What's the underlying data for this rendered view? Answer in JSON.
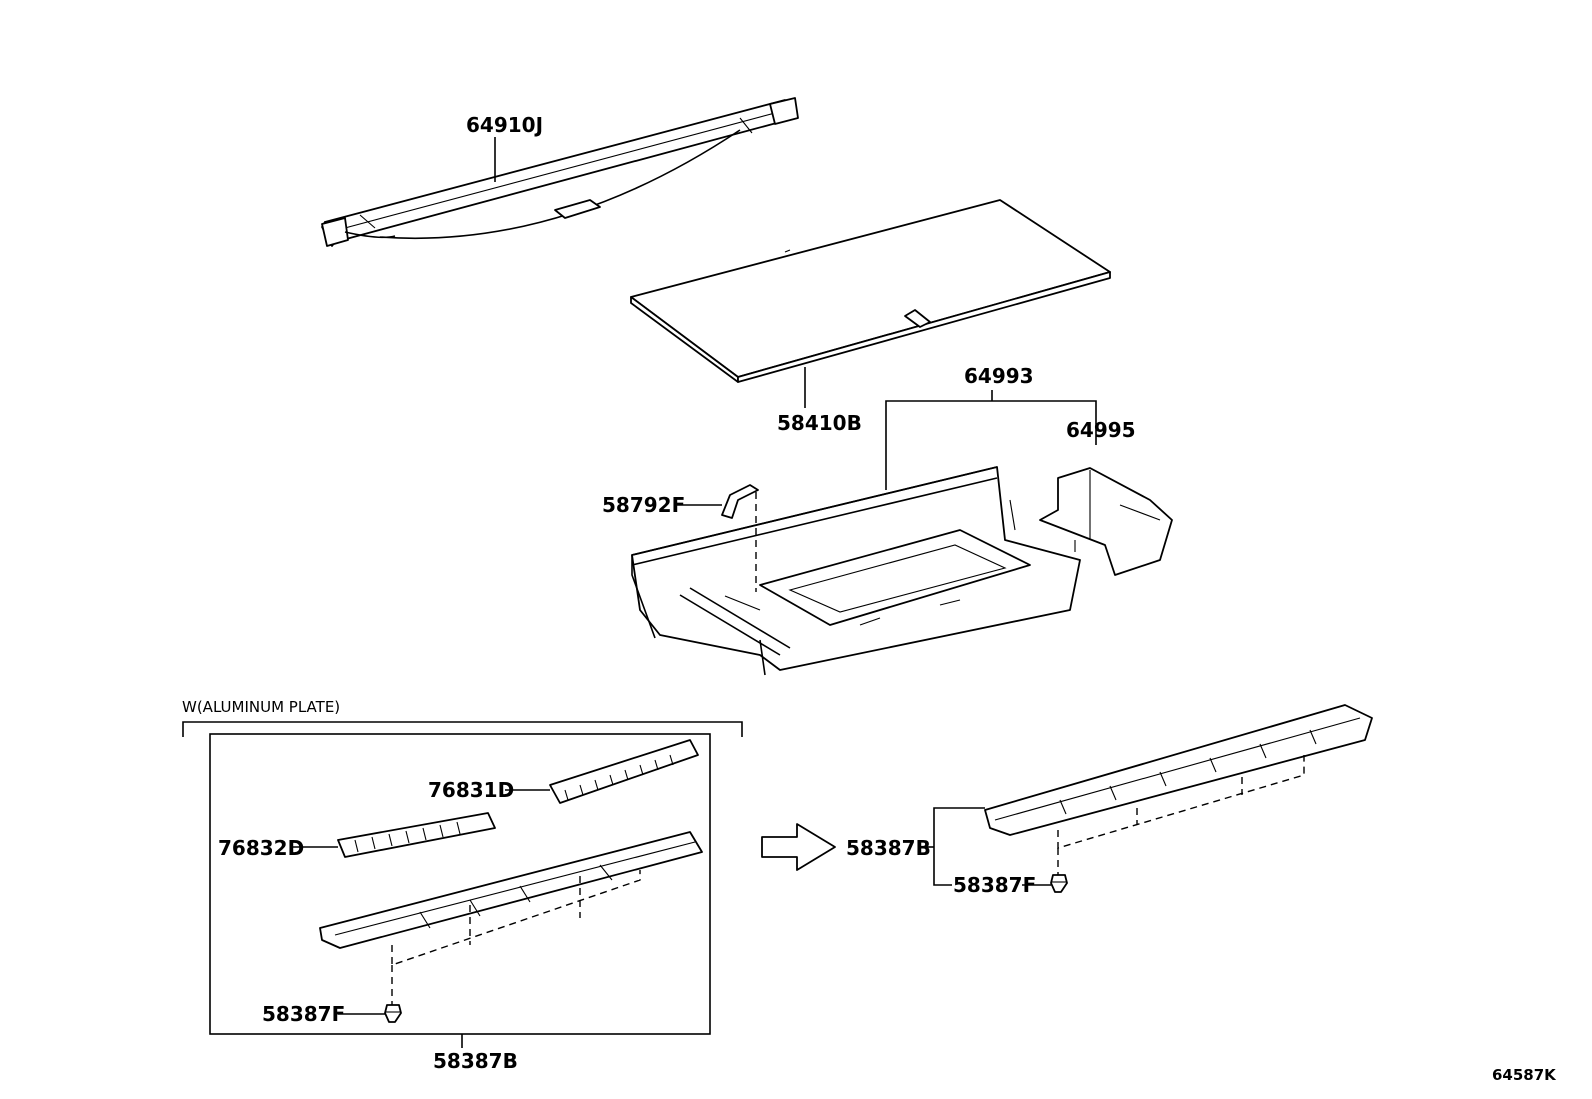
{
  "labels": {
    "p64910J": "64910J",
    "p58410B": "58410B",
    "p64993": "64993",
    "p64995": "64995",
    "p58792F": "58792F",
    "p76831D": "76831D",
    "p76832D": "76832D",
    "p58387F_left": "58387F",
    "p58387B_left": "58387B",
    "p58387B_right": "58387B",
    "p58387F_right": "58387F"
  },
  "group_label": "W(ALUMINUM PLATE)",
  "figure_code": "64587K"
}
